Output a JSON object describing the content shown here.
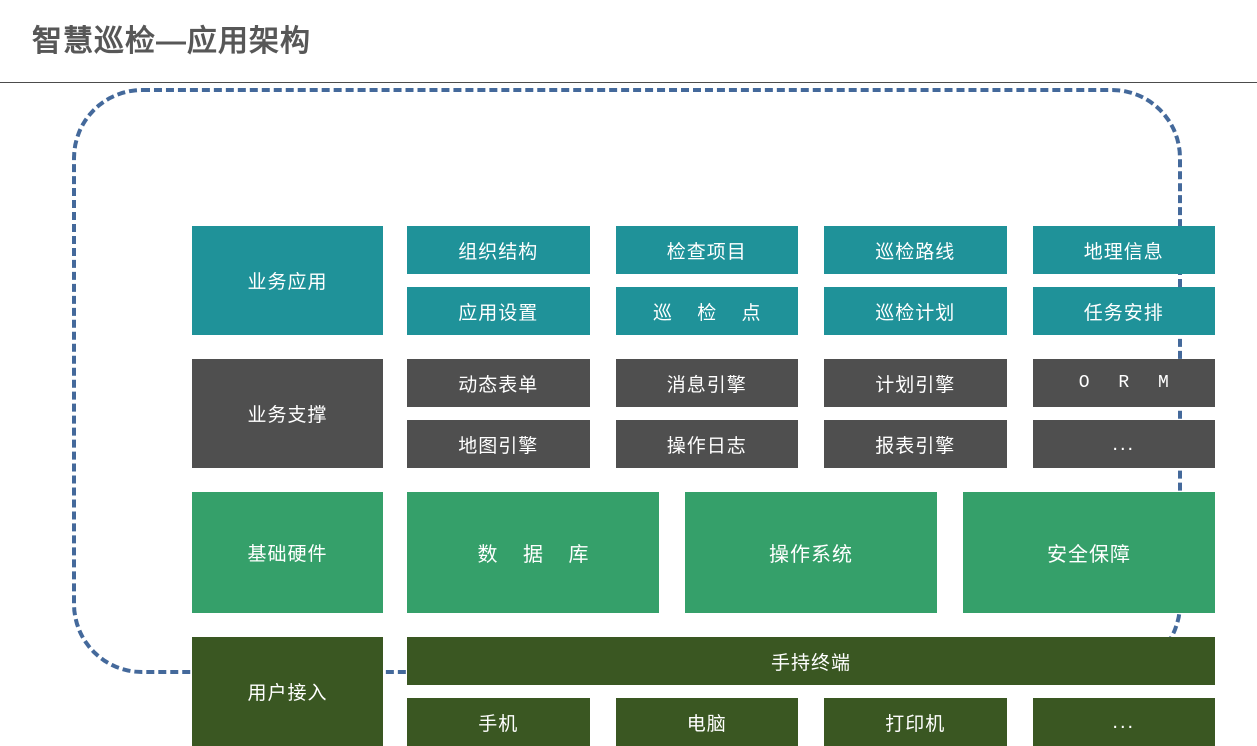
{
  "slide": {
    "title": "智慧巡检—应用架构"
  },
  "colors": {
    "title_text": "#575757",
    "frame_dashed": "#44699b",
    "business_apps": "#1f9299",
    "business_support": "#4f4f4f",
    "infrastructure": "#35a06a",
    "user_access": "#3a5722",
    "cell_text": "#ffffff",
    "background": "#ffffff"
  },
  "architecture": {
    "rows": [
      {
        "id": "business-applications",
        "label": "业务应用",
        "color": "#1f9299",
        "lines": [
          [
            "组织结构",
            "检查项目",
            "巡检路线",
            "地理信息"
          ],
          [
            "应用设置",
            "巡 检 点",
            "巡检计划",
            "任务安排"
          ]
        ]
      },
      {
        "id": "business-support",
        "label": "业务支撑",
        "color": "#4f4f4f",
        "lines": [
          [
            "动态表单",
            "消息引擎",
            "计划引擎",
            "O R M"
          ],
          [
            "地图引擎",
            "操作日志",
            "报表引擎",
            "..."
          ]
        ]
      },
      {
        "id": "infrastructure",
        "label": "基础硬件",
        "color": "#35a06a",
        "lines": [
          [
            "数 据 库",
            "操作系统",
            "安全保障"
          ]
        ]
      },
      {
        "id": "user-access",
        "label": "用户接入",
        "color": "#3a5722",
        "lines": [
          [
            "手持终端"
          ],
          [
            "手机",
            "电脑",
            "打印机",
            "..."
          ]
        ]
      }
    ]
  }
}
